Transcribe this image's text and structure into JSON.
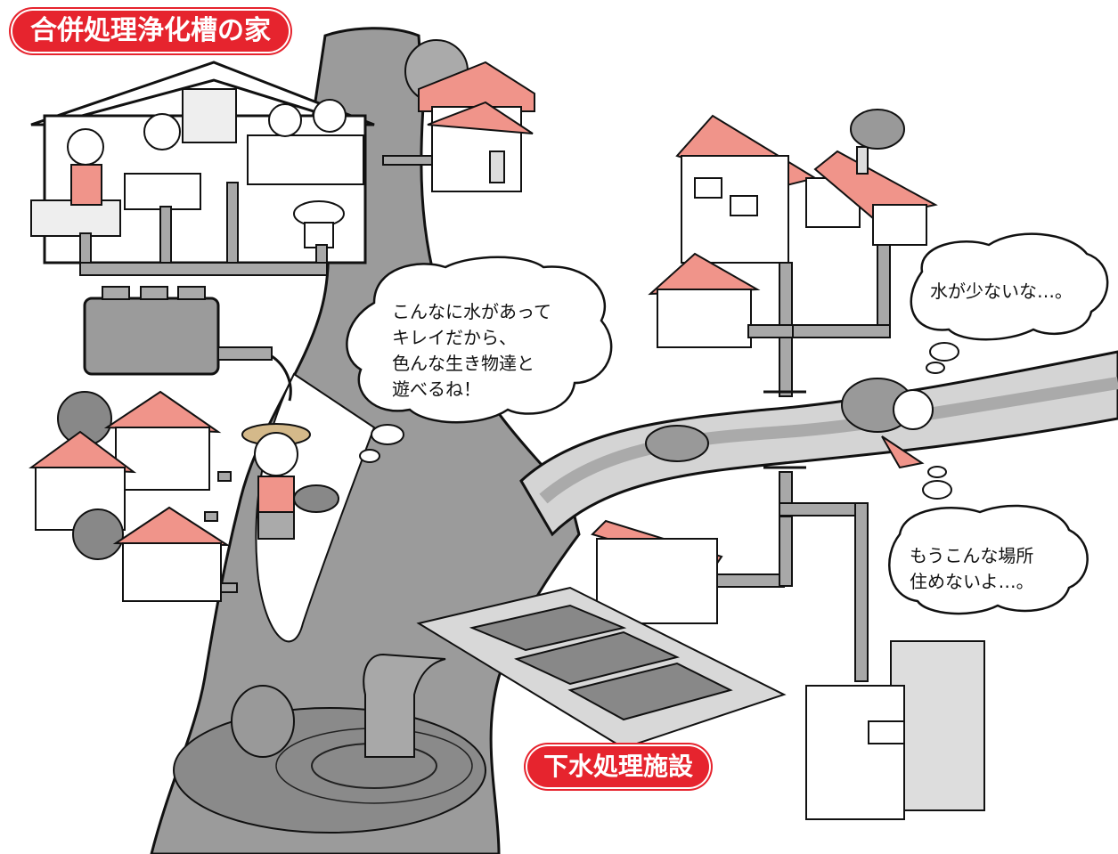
{
  "title": "合併処理浄化槽の家",
  "facility_label": "下水処理施設",
  "bubbles": {
    "child": [
      "こんなに水があって",
      "キレイだから、",
      "色んな生き物達と",
      "遊べるね！"
    ],
    "fish_low_water": "水が少ないな…。",
    "fish_leaving": [
      "もうこんな場所",
      "住めないよ…。"
    ]
  },
  "icons": {
    "fish_angry": "fish-angry-icon",
    "fish_sad": "fish-sad-icon",
    "child_with_fish": "child-with-fish-icon"
  },
  "colors": {
    "label_red": "#e6242e",
    "roof_salmon": "#f0948a",
    "water_gray": "#9b9b9b",
    "pipe_gray": "#a8a8a8"
  }
}
